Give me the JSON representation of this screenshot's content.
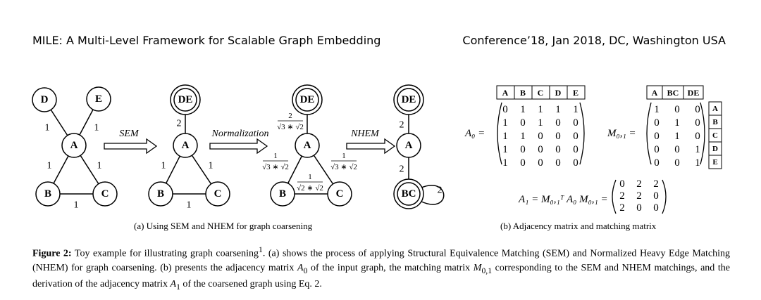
{
  "header": {
    "left_title": "MILE: A Multi-Level Framework for Scalable Graph Embedding",
    "right_venue": "Conference’18, Jan 2018, DC, Washington USA"
  },
  "panel_a": {
    "graph1": {
      "nodes": [
        "D",
        "E",
        "A",
        "B",
        "C"
      ],
      "edge_weights": [
        "1",
        "1",
        "1",
        "1",
        "1"
      ]
    },
    "arrow1": "SEM",
    "graph2": {
      "nodes": [
        "DE",
        "A",
        "B",
        "C"
      ],
      "edge_weights": [
        "2",
        "1",
        "1",
        "1"
      ]
    },
    "arrow2": "Normalization",
    "graph3": {
      "nodes": [
        "DE",
        "A",
        "B",
        "C"
      ],
      "w_de_a_num": "2",
      "w_de_a_den": "√3 ∗ √2",
      "w_a_b_num": "1",
      "w_a_b_den": "√3 ∗ √2",
      "w_a_c_num": "1",
      "w_a_c_den": "√3 ∗ √2",
      "w_b_c_num": "1",
      "w_b_c_den": "√2 ∗ √2"
    },
    "arrow3": "NHEM",
    "graph4": {
      "nodes": [
        "DE",
        "A",
        "BC"
      ],
      "edge_weights": [
        "2",
        "2",
        "2"
      ]
    },
    "subcaption": "(a) Using SEM and NHEM for graph coarsening"
  },
  "panel_b": {
    "a0_label": "A₀ =",
    "a0_col_headers": [
      "A",
      "B",
      "C",
      "D",
      "E"
    ],
    "a0_matrix": [
      [
        "0",
        "1",
        "1",
        "1",
        "1"
      ],
      [
        "1",
        "0",
        "1",
        "0",
        "0"
      ],
      [
        "1",
        "1",
        "0",
        "0",
        "0"
      ],
      [
        "1",
        "0",
        "0",
        "0",
        "0"
      ],
      [
        "1",
        "0",
        "0",
        "0",
        "0"
      ]
    ],
    "m01_label": "M₀,₁ =",
    "m01_col_headers": [
      "A",
      "BC",
      "DE"
    ],
    "m01_row_headers": [
      "A",
      "B",
      "C",
      "D",
      "E"
    ],
    "m01_matrix": [
      [
        "1",
        "0",
        "0"
      ],
      [
        "0",
        "1",
        "0"
      ],
      [
        "0",
        "1",
        "0"
      ],
      [
        "0",
        "0",
        "1"
      ],
      [
        "0",
        "0",
        "1"
      ]
    ],
    "a1_label": "A₁ = M₀,₁ᵀ A₀ M₀,₁ =",
    "a1_matrix": [
      [
        "0",
        "2",
        "2"
      ],
      [
        "2",
        "2",
        "0"
      ],
      [
        "2",
        "0",
        "0"
      ]
    ],
    "subcaption": "(b) Adjacency matrix and matching matrix"
  },
  "caption": {
    "label": "Figure 2:",
    "text1": " Toy example for illustrating graph coarsening",
    "footnote": "1",
    "text2": ". (a) shows the process of applying Structural Equivalence Matching (SEM) and Normalized Heavy Edge Matching (NHEM) for graph coarsening. (b) presents the adjacency matrix ",
    "sym_a0": "A",
    "sub_a0": "0",
    "text3": " of the input graph, the matching matrix ",
    "sym_m": "M",
    "sub_m": "0,1",
    "text4": " corresponding to the SEM and NHEM matchings, and the derivation of the adjacency matrix ",
    "sym_a1": "A",
    "sub_a1": "1",
    "text5": " of the coarsened graph using Eq. 2."
  }
}
